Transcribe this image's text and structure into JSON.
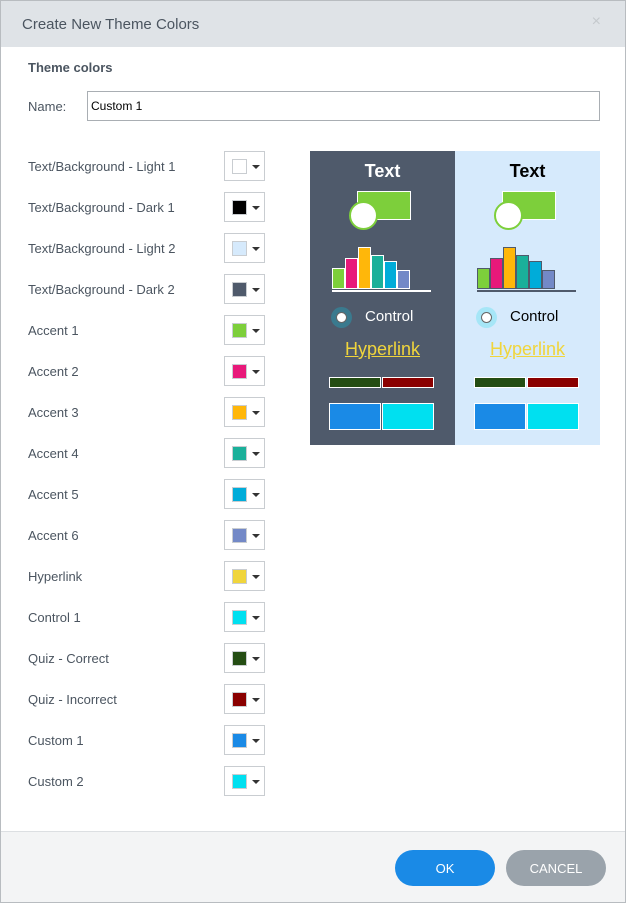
{
  "dialog": {
    "title": "Create New Theme Colors",
    "close": "×",
    "section": "Theme colors",
    "name_label": "Name:",
    "name_value": "Custom 1"
  },
  "colors": [
    {
      "label": "Text/Background - Light 1",
      "color": "#ffffff"
    },
    {
      "label": "Text/Background - Dark 1",
      "color": "#000000"
    },
    {
      "label": "Text/Background - Light 2",
      "color": "#d6eafc"
    },
    {
      "label": "Text/Background - Dark 2",
      "color": "#4f5a6b"
    },
    {
      "label": "Accent 1",
      "color": "#7dcf3b"
    },
    {
      "label": "Accent 2",
      "color": "#e8197a"
    },
    {
      "label": "Accent 3",
      "color": "#ffb70a"
    },
    {
      "label": "Accent 4",
      "color": "#1ab09a"
    },
    {
      "label": "Accent 5",
      "color": "#00acd9"
    },
    {
      "label": "Accent 6",
      "color": "#7389c7"
    },
    {
      "label": "Hyperlink",
      "color": "#f0d53c"
    },
    {
      "label": "Control 1",
      "color": "#00e0f0"
    },
    {
      "label": "Quiz - Correct",
      "color": "#244d13"
    },
    {
      "label": "Quiz - Incorrect",
      "color": "#8a0000"
    },
    {
      "label": "Custom 1",
      "color": "#1a8ae6"
    },
    {
      "label": "Custom 2",
      "color": "#00e0f0"
    }
  ],
  "preview": {
    "text": "Text",
    "control": "Control",
    "hyperlink": "Hyperlink"
  },
  "buttons": {
    "ok": "OK",
    "cancel": "CANCEL",
    "ok_color": "#1a8ae6",
    "cancel_color": "#9aa3ab"
  }
}
